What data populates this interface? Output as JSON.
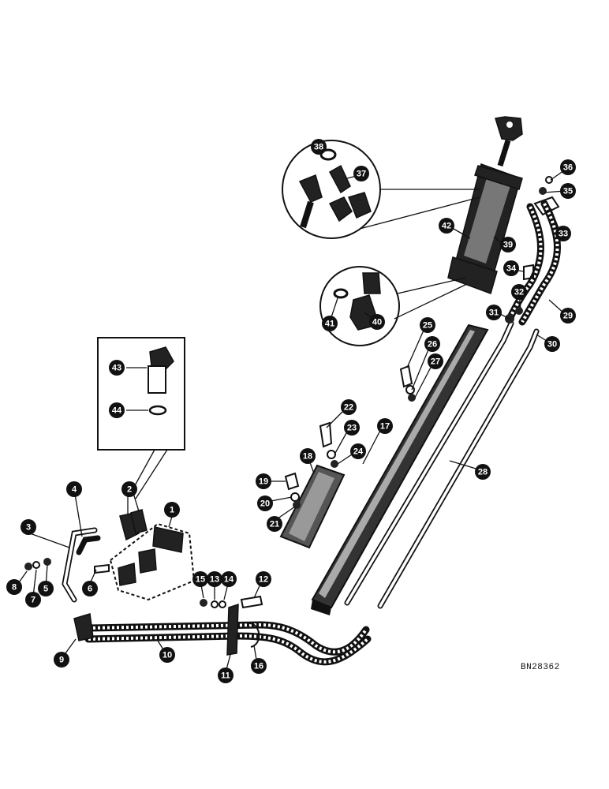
{
  "drawing_code": "BN28362",
  "callouts": [
    "1",
    "2",
    "3",
    "4",
    "5",
    "6",
    "7",
    "8",
    "9",
    "10",
    "11",
    "12",
    "13",
    "14",
    "15",
    "16",
    "17",
    "18",
    "19",
    "20",
    "21",
    "22",
    "23",
    "24",
    "25",
    "26",
    "27",
    "28",
    "29",
    "30",
    "31",
    "32",
    "33",
    "34",
    "35",
    "36",
    "37",
    "38",
    "39",
    "40",
    "41",
    "42",
    "43",
    "44"
  ],
  "insets": [
    "cylinder-fittings-detail",
    "elbow-fitting-detail",
    "valve-elbow-detail"
  ]
}
